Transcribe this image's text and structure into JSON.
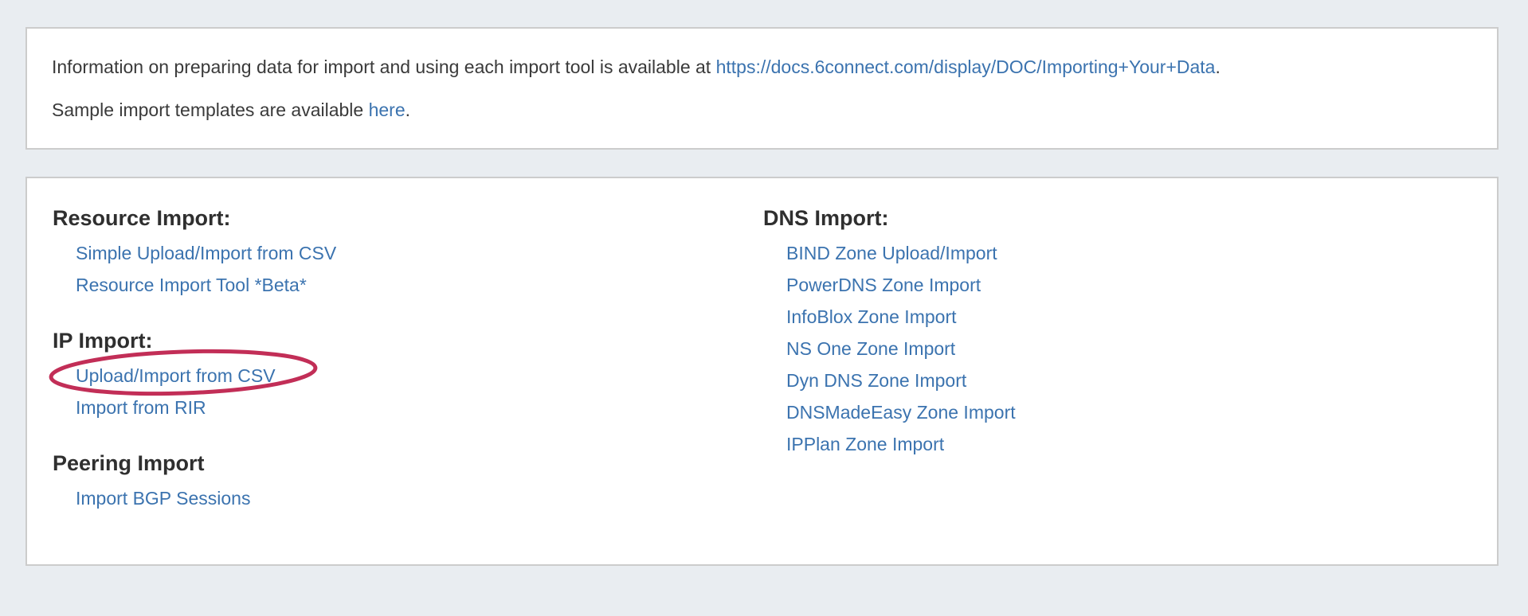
{
  "info_panel": {
    "line1_prefix": "Information on preparing data for import and using each import tool is available at ",
    "line1_link": "https://docs.6connect.com/display/DOC/Importing+Your+Data",
    "line1_suffix": ".",
    "line2_prefix": "Sample import templates are available ",
    "line2_link": "here",
    "line2_suffix": "."
  },
  "import_panel": {
    "left_sections": [
      {
        "heading": "Resource Import:",
        "links": [
          "Simple Upload/Import from CSV",
          "Resource Import Tool *Beta*"
        ]
      },
      {
        "heading": "IP Import:",
        "links": [
          "Upload/Import from CSV",
          "Import from RIR"
        ]
      },
      {
        "heading": "Peering Import",
        "links": [
          "Import BGP Sessions"
        ]
      }
    ],
    "right_sections": [
      {
        "heading": "DNS Import:",
        "links": [
          "BIND Zone Upload/Import",
          "PowerDNS Zone Import",
          "InfoBlox Zone Import",
          "NS One Zone Import",
          "Dyn DNS Zone Import",
          "DNSMadeEasy Zone Import",
          "IPPlan Zone Import"
        ]
      }
    ],
    "annotation": {
      "shape": "hand-drawn-ellipse",
      "circled_link": "Upload/Import from CSV",
      "color": "#c22e57"
    }
  },
  "colors": {
    "page_background": "#e9edf1",
    "panel_background": "#ffffff",
    "panel_border": "#cccccc",
    "link_blue": "#3b73af",
    "heading_text": "#2f2f2f",
    "body_text": "#3a3a3a",
    "ellipse_red": "#c22e57"
  }
}
